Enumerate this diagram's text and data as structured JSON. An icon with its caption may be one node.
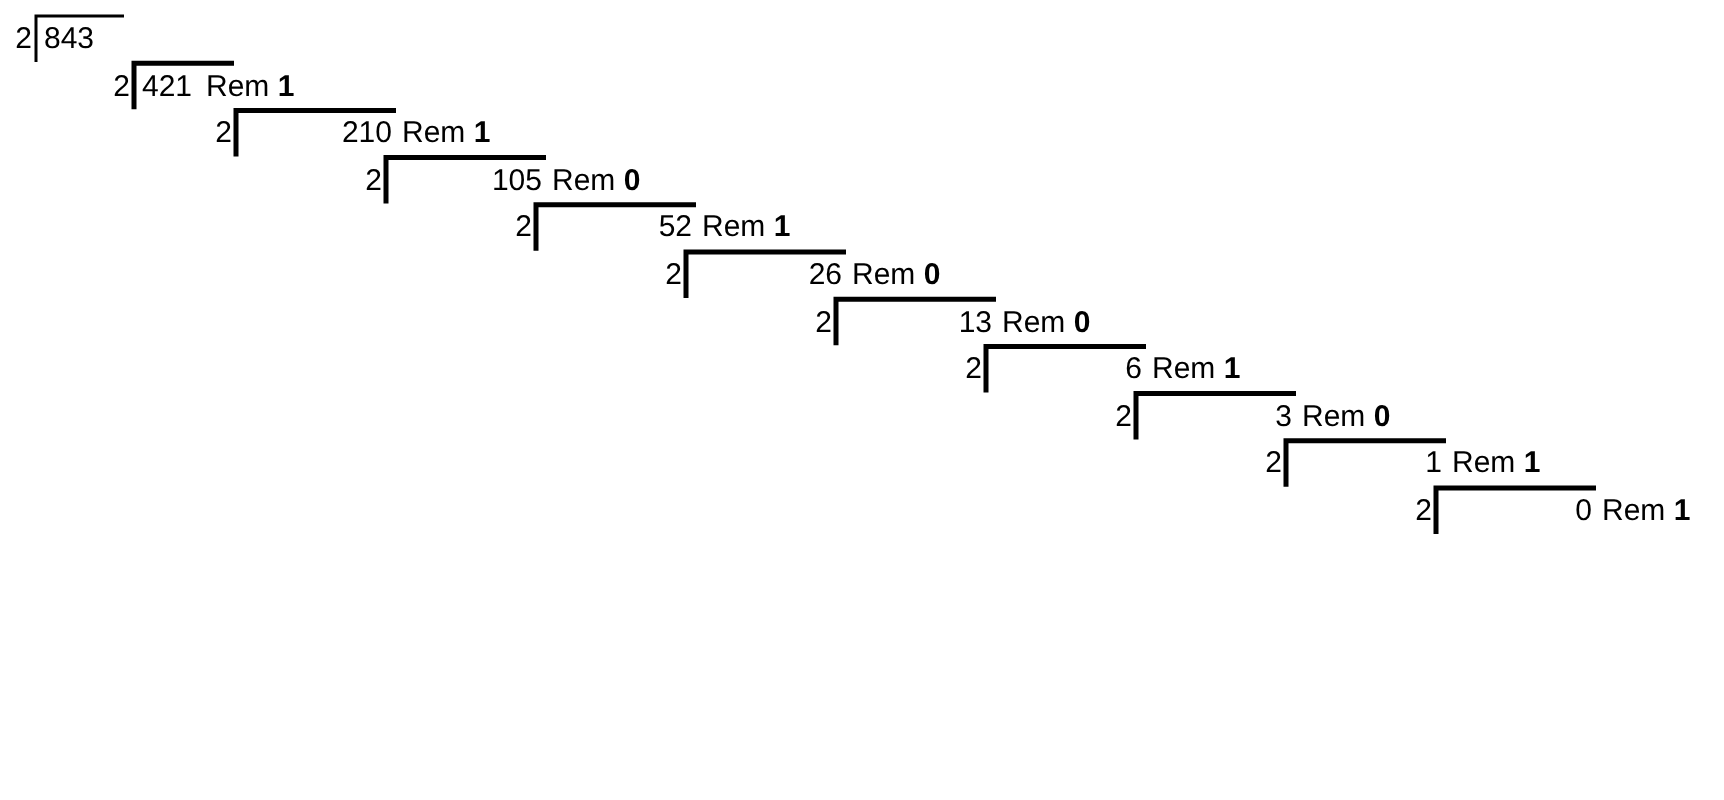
{
  "diagram": {
    "labels": [
      "2",
      "843",
      "2",
      "421",
      "Rem **1**",
      "2",
      "210",
      "Rem **1**",
      "2",
      "105",
      "Rem **0**",
      "2",
      "52",
      "Rem **1**",
      "2",
      "26",
      "Rem **0**",
      "2",
      "13",
      "Rem **0**",
      "2",
      "6",
      "Rem **1**",
      "2",
      "3",
      "Rem **0**",
      "2",
      "1",
      "Rem **1**",
      "2",
      "0",
      "Rem **1**"
    ]
  }
}
